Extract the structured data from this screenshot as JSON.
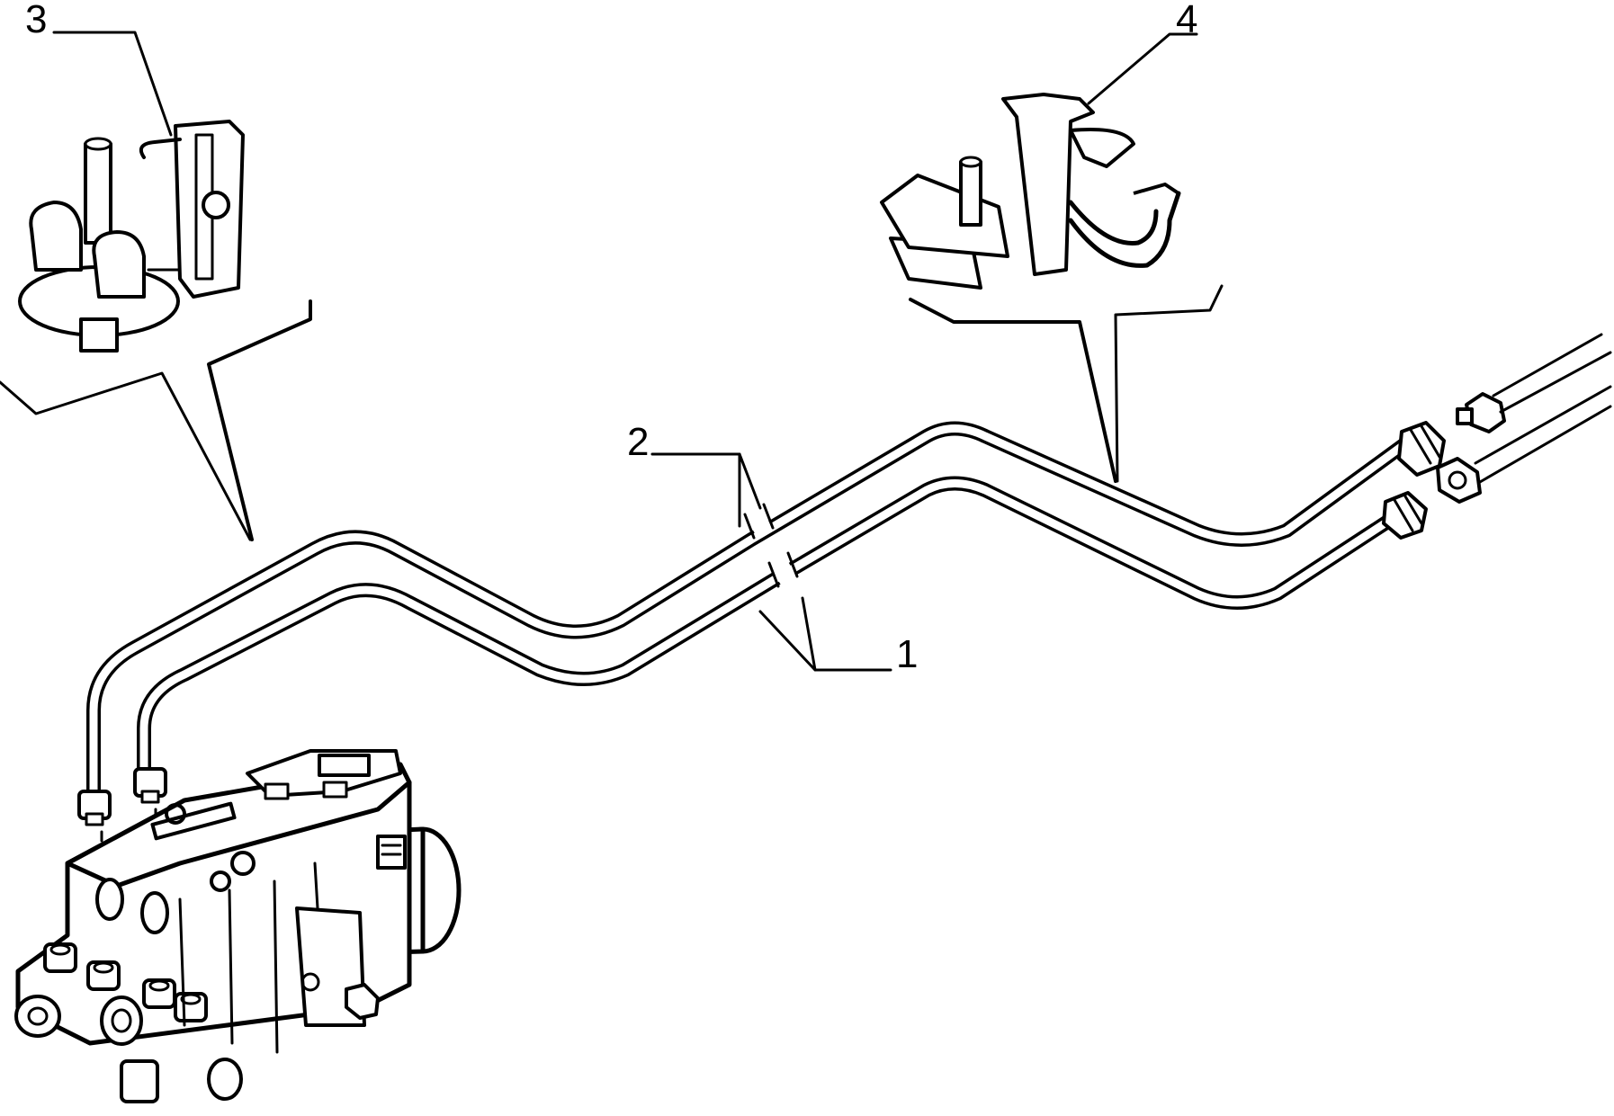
{
  "diagram": {
    "callouts": [
      {
        "id": "3",
        "label": "3"
      },
      {
        "id": "4",
        "label": "4"
      },
      {
        "id": "2",
        "label": "2"
      },
      {
        "id": "1",
        "label": "1"
      }
    ],
    "colors": {
      "ink": "#000000",
      "paper": "#ffffff"
    }
  }
}
